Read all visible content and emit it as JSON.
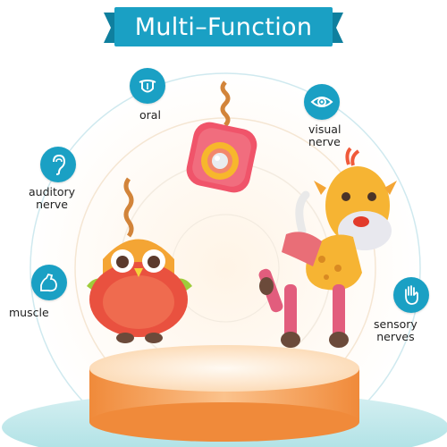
{
  "banner": {
    "title": "Multi–Function",
    "color": "#1aa0c4"
  },
  "features": {
    "oral": {
      "label": "oral",
      "icon": "tongue-icon"
    },
    "visual": {
      "label": "visual\nnerve",
      "icon": "eye-icon"
    },
    "auditory": {
      "label": "auditory\nnerve",
      "icon": "ear-icon"
    },
    "muscle": {
      "label": "muscle",
      "icon": "flexed-arm-icon"
    },
    "sensory": {
      "label": "sensory\nnerves",
      "icon": "hand-icon"
    }
  },
  "colors": {
    "accent": "#1aa0c4",
    "pedestal": "#f7a45a",
    "pedestal_top": "#fde0c0"
  }
}
